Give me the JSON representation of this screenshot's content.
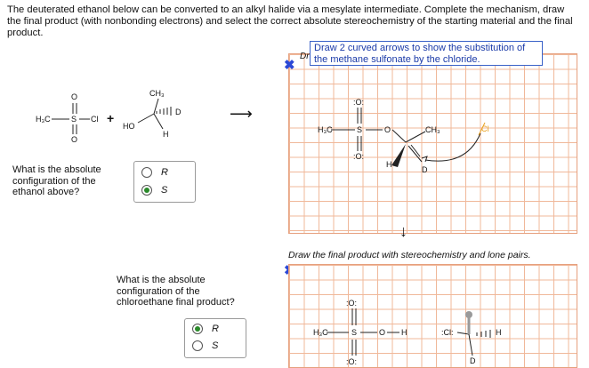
{
  "question": {
    "text": "The deuterated ethanol below can be converted to an alkyl halide via a mesylate intermediate. Complete the mechanism, draw the final product (with nonbonding electrons) and select the correct absolute stereochemistry of the starting material and the final product."
  },
  "reactants": {
    "mesyl_h3c": "H₃C",
    "mesyl_s": "S",
    "mesyl_cl": "Cl",
    "o_top": "O",
    "o_bottom": "O",
    "plus": "+",
    "ethanol_ho": "HO",
    "ethanol_ch3": "CH₃",
    "ethanol_d": "D",
    "ethanol_h": "H"
  },
  "reaction_arrow_right": "⟶",
  "reaction_arrow_down": "↓",
  "ethanol_question": {
    "text": "What is the absolute configuration of the ethanol above?",
    "options": [
      "R",
      "S"
    ],
    "selected": "S"
  },
  "product_question": {
    "text": "What is the absolute configuration of the chloroethane final product?",
    "options": [
      "R",
      "S"
    ],
    "selected": "R"
  },
  "mechanism_panel": {
    "tooltip": "Draw 2 curved arrows to show the substitution of the methane sulfonate by the chloride.",
    "truncated_label": "Dr",
    "close_icon": "x-icon",
    "labels": {
      "h3c": "H₃C",
      "s": "S",
      "o_top": ":O:",
      "o_bottom": ":O:",
      "o_link": "O",
      "ch3": "CH₃",
      "h": "H",
      "d": "D",
      "cl": "Cl"
    }
  },
  "product_panel": {
    "instruction": "Draw the final product with stereochemistry and lone pairs.",
    "close_icon": "x-icon",
    "labels": {
      "h3c": "H₃C",
      "s": "S",
      "o_top": ":O:",
      "o_bottom": ":O:",
      "o_link": "O",
      "h_right": "H",
      "cl": ":Cl:",
      "h_wedge": "H",
      "d": "D"
    }
  },
  "colors": {
    "grid_line": "#f0b89a",
    "tooltip_border": "#3a62c8",
    "close_icon": "#2b48d6",
    "radio_selected": "#2a8a2a",
    "curved_arrow_tail": "#e8a020"
  }
}
